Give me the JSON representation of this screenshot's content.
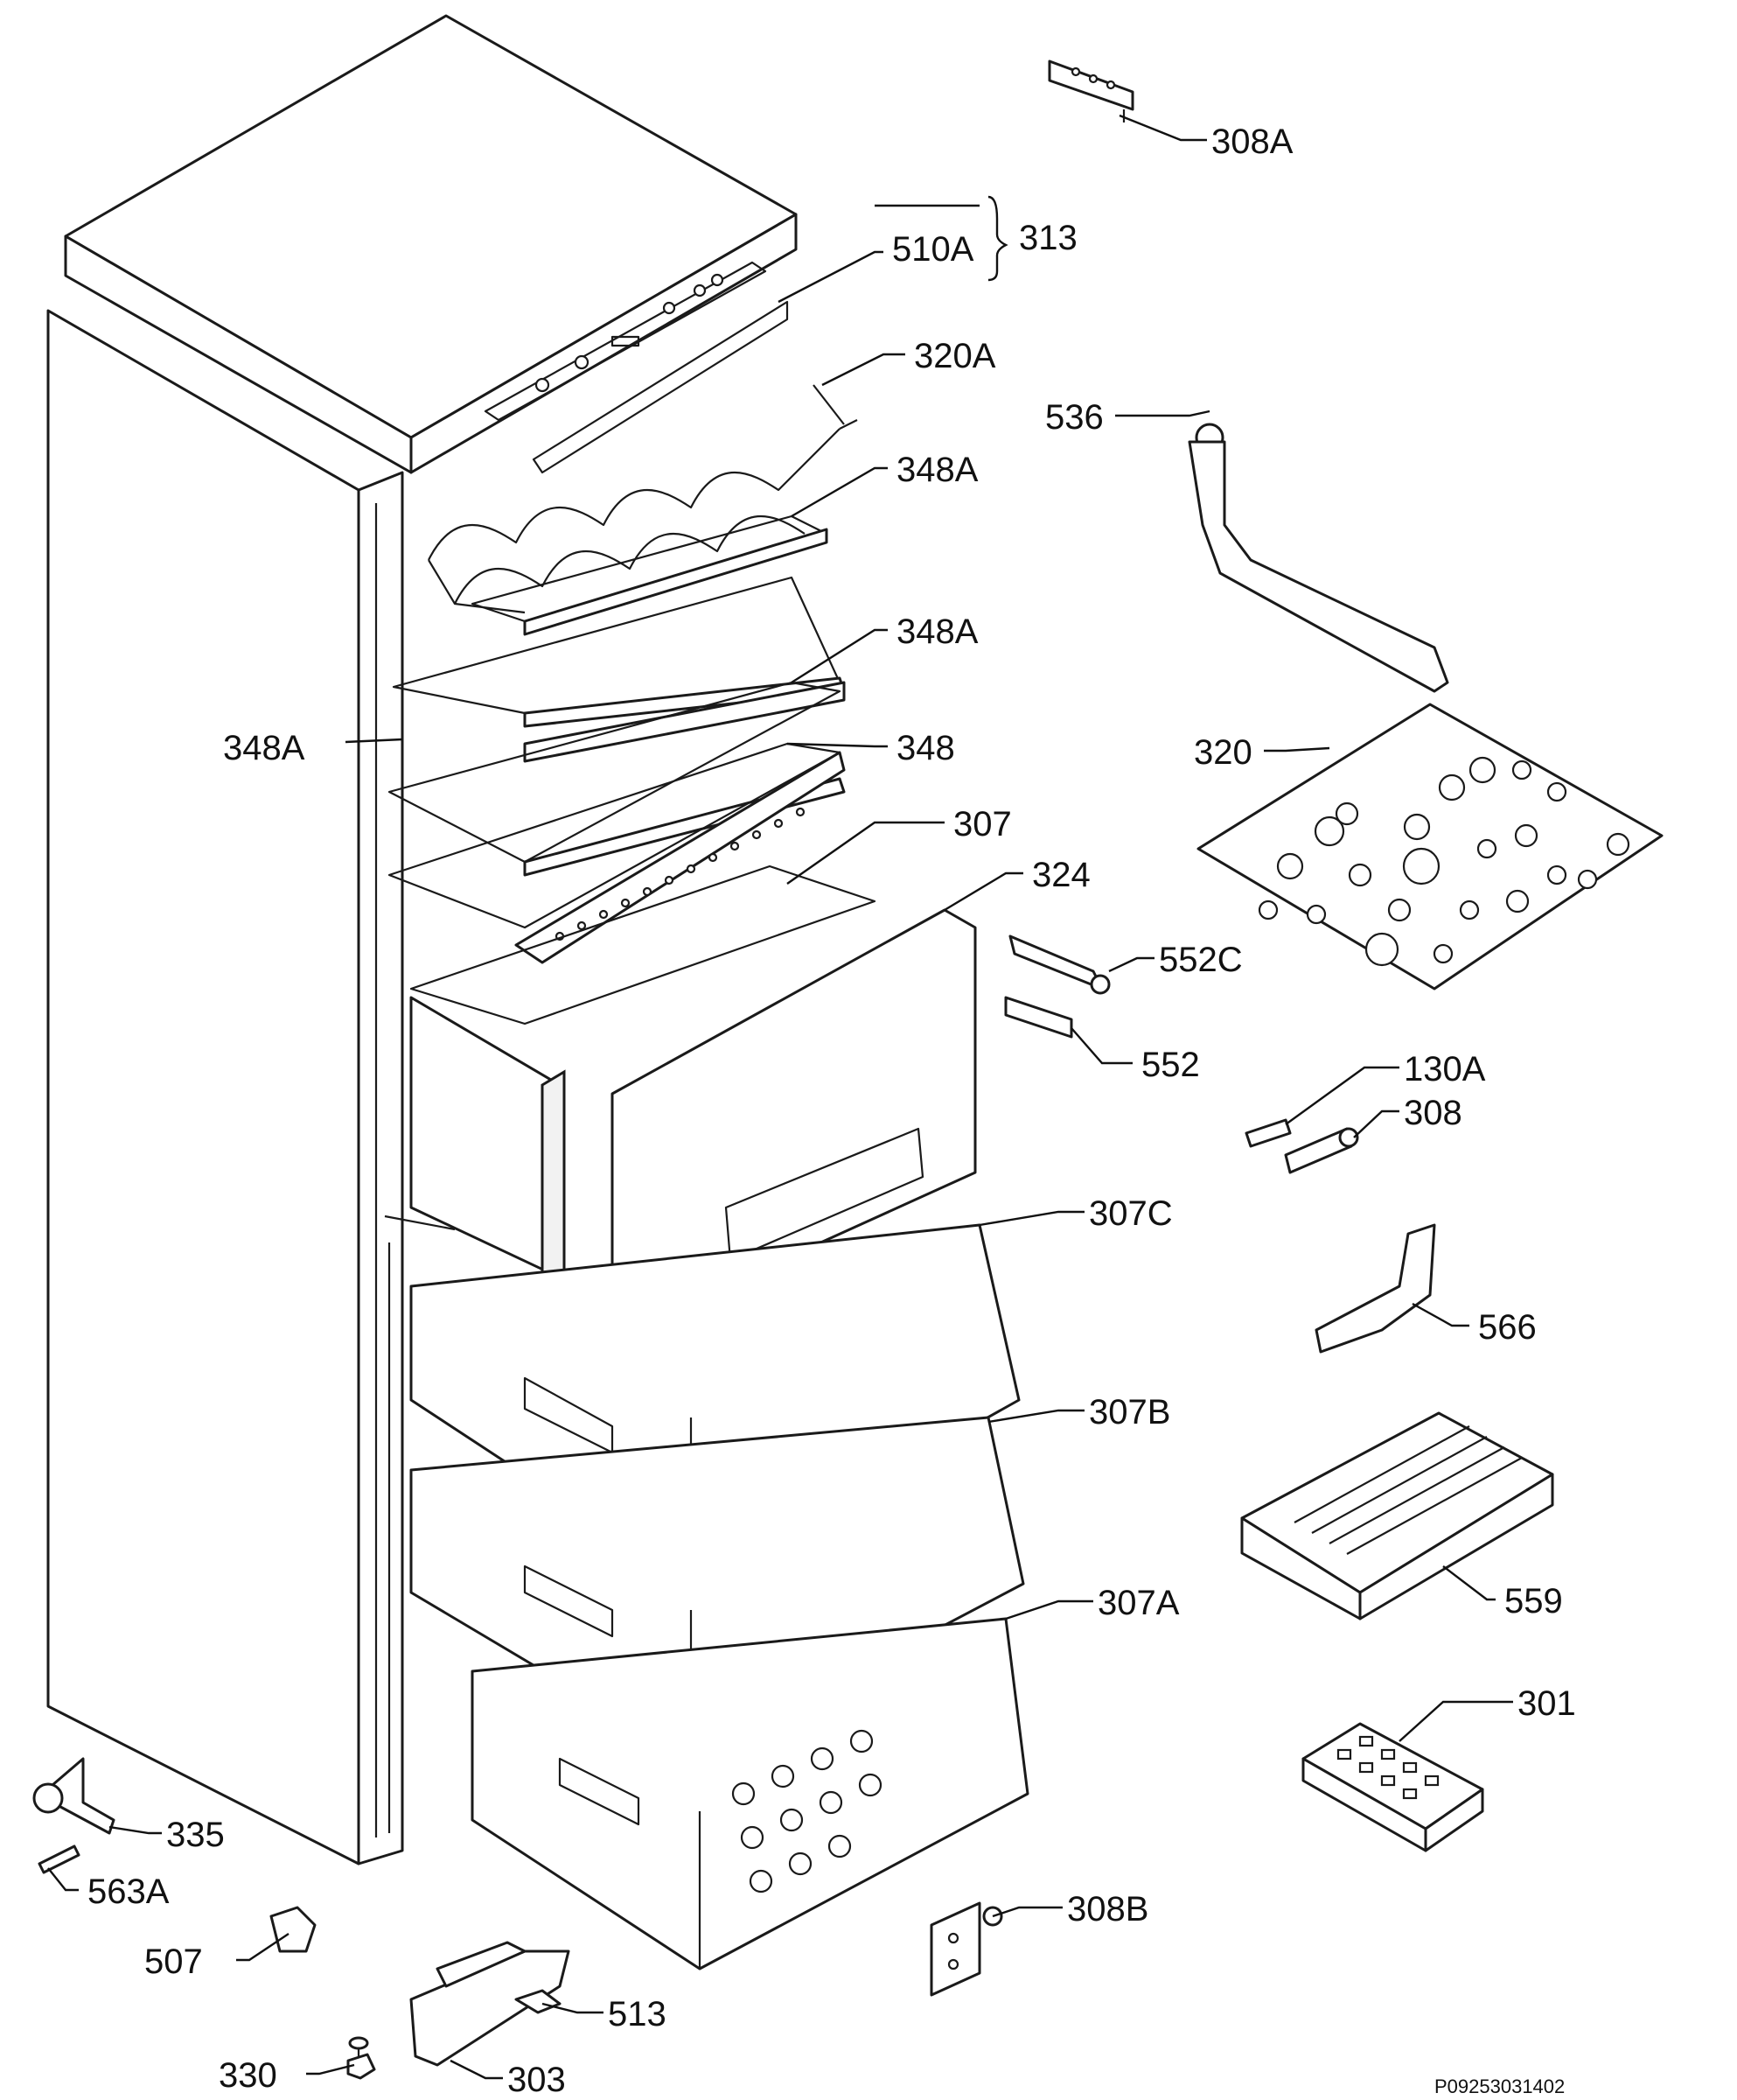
{
  "figure_code": "P09253031402",
  "labels": {
    "l308A": "308A",
    "l313": "313",
    "l510A": "510A",
    "l320A": "320A",
    "l536": "536",
    "l348A_1": "348A",
    "l348A_2": "348A",
    "l348A_3": "348A",
    "l348": "348",
    "l320": "320",
    "l307": "307",
    "l324": "324",
    "l552C": "552C",
    "l552": "552",
    "l130A": "130A",
    "l308": "308",
    "l307C": "307C",
    "l566": "566",
    "l307B": "307B",
    "l559": "559",
    "l307A": "307A",
    "l301": "301",
    "l335": "335",
    "l563A": "563A",
    "l308B": "308B",
    "l507": "507",
    "l513": "513",
    "l330": "330",
    "l303": "303"
  }
}
